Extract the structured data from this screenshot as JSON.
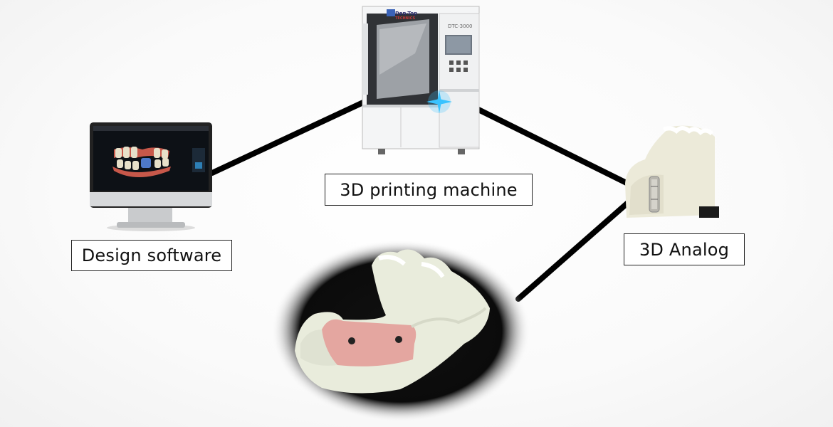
{
  "labels": {
    "printer": "3D printing machine",
    "design": "Design software",
    "analog": "3D Analog"
  },
  "brand": {
    "name": "Den-Top",
    "sub": "TECHNICS",
    "model": "DTC-3000"
  },
  "colors": {
    "link": "#000000",
    "label_border": "#222222",
    "resin": "#e9ecdc",
    "gingiva": "#e4a6a0",
    "printer_glow": "#39c3ff"
  },
  "icons": [
    "monitor-icon",
    "printer-icon",
    "analog-model-icon",
    "printed-model-icon"
  ]
}
